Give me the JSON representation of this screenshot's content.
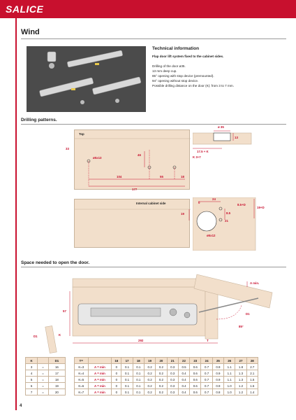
{
  "header": {
    "brand": "SALICE",
    "page_title": "Wind",
    "page_number": "4"
  },
  "technical": {
    "title": "Technical information",
    "subtitle": "Flap door lift system fixed to the cabinet sides.",
    "lines": [
      "Drilling of the door ø35.",
      "13 mm deep cup.",
      "85° opening with stop device (premounted).",
      "94° opening without stop device.",
      "Possible drilling distance on the door (K): from 3 to 7 mm."
    ]
  },
  "drilling": {
    "section_title": "Drilling patterns.",
    "top_label": "Top",
    "dims": {
      "d33": "33",
      "hole": "ø5x13",
      "d46": "46",
      "d104": "104",
      "d55": "55",
      "d18": "18",
      "d177": "177",
      "d35": "ø 35",
      "d13": "13",
      "d175": "17.5 + K",
      "k37": "K 3÷7"
    },
    "side_label": "Internal cabinet side",
    "side_dims": {
      "d24": "24",
      "d0": "0",
      "d85d": "8.5+D",
      "d85": "8.5",
      "d19": "19",
      "d21": "21",
      "d19d": "19+D",
      "d512": "ø5x12"
    }
  },
  "space": {
    "section_title": "Space needed to open the door.",
    "dims": {
      "amin": "A min.",
      "d1": "D1",
      "d57": "57",
      "d292": "292",
      "t": "T",
      "angle": "85°",
      "k": "K",
      "d1b": "D1"
    }
  },
  "k_table": {
    "headers": [
      "K",
      "D1"
    ],
    "rows": [
      [
        "3",
        "=",
        "16"
      ],
      [
        "4",
        "=",
        "17"
      ],
      [
        "5",
        "=",
        "18"
      ],
      [
        "6",
        "=",
        "19"
      ],
      [
        "7",
        "=",
        "20"
      ]
    ]
  },
  "a_table": {
    "headers": [
      "T=",
      "",
      "16",
      "17",
      "18",
      "19",
      "20",
      "21",
      "22",
      "23",
      "24",
      "25",
      "26",
      "27",
      "28"
    ],
    "rows": [
      [
        "K=3",
        "A = min",
        "0",
        "0.1",
        "0.1",
        "0.2",
        "0.2",
        "0.3",
        "0.5",
        "0.6",
        "0.7",
        "0.9",
        "1.1",
        "1.8",
        "2.7"
      ],
      [
        "K=4",
        "A = min",
        "0",
        "0.1",
        "0.1",
        "0.2",
        "0.2",
        "0.3",
        "0.4",
        "0.6",
        "0.7",
        "0.9",
        "1.1",
        "1.3",
        "2.1"
      ],
      [
        "K=5",
        "A = min",
        "0",
        "0.1",
        "0.1",
        "0.2",
        "0.2",
        "0.3",
        "0.4",
        "0.6",
        "0.7",
        "0.9",
        "1.1",
        "1.3",
        "1.5"
      ],
      [
        "K=6",
        "A = min",
        "0",
        "0.1",
        "0.1",
        "0.2",
        "0.2",
        "0.3",
        "0.4",
        "0.6",
        "0.7",
        "0.9",
        "1.0",
        "1.2",
        "1.5"
      ],
      [
        "K=7",
        "A = min",
        "0",
        "0.1",
        "0.1",
        "0.2",
        "0.2",
        "0.3",
        "0.4",
        "0.6",
        "0.7",
        "0.8",
        "1.0",
        "1.2",
        "1.4"
      ]
    ]
  },
  "colors": {
    "brand": "#c8102e",
    "panel": "#f2dfcb"
  }
}
